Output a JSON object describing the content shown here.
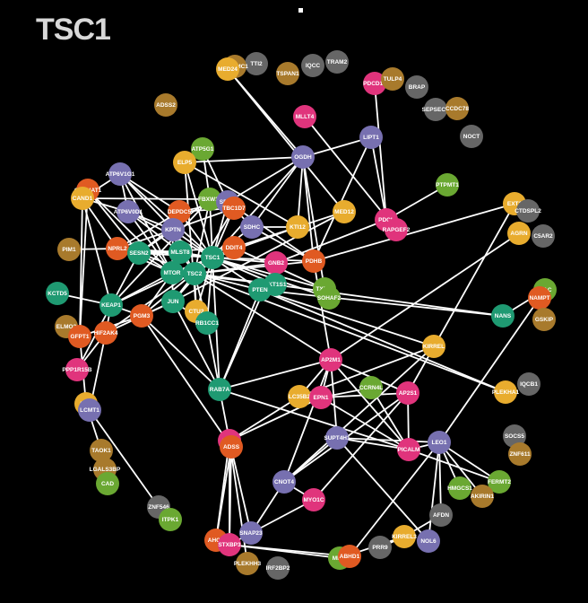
{
  "title": "TSC1",
  "colors": {
    "background": "#000000",
    "edge": "#ffffff",
    "green": "#6aa832",
    "teal": "#1f9a72",
    "blue": "#7770b0",
    "orange": "#e05a22",
    "pink": "#e0347c",
    "gold": "#e8ac2e",
    "brown": "#a87a2c",
    "gray": "#666666"
  },
  "nodes": [
    {
      "id": "TTI2",
      "color": "gray"
    },
    {
      "id": "ATP5MC1",
      "color": "brown"
    },
    {
      "id": "MED24",
      "color": "gold"
    },
    {
      "id": "TSPAN1",
      "color": "brown"
    },
    {
      "id": "IQCC",
      "color": "gray"
    },
    {
      "id": "TRAM2",
      "color": "gray"
    },
    {
      "id": "PDCD10",
      "color": "pink"
    },
    {
      "id": "TULP4",
      "color": "brown"
    },
    {
      "id": "BRAP",
      "color": "gray"
    },
    {
      "id": "SEPSECS",
      "color": "gray"
    },
    {
      "id": "CCDC78",
      "color": "brown"
    },
    {
      "id": "NOCT",
      "color": "gray"
    },
    {
      "id": "ADSS2",
      "color": "brown"
    },
    {
      "id": "MLLT4",
      "color": "pink"
    },
    {
      "id": "LIPT1",
      "color": "blue"
    },
    {
      "id": "OGDH",
      "color": "blue"
    },
    {
      "id": "ATP5G1",
      "color": "green"
    },
    {
      "id": "ELP5",
      "color": "gold"
    },
    {
      "id": "ATP6V1G1",
      "color": "blue"
    },
    {
      "id": "PTPMT1",
      "color": "green"
    },
    {
      "id": "GNPNAT1",
      "color": "orange"
    },
    {
      "id": "CAND1",
      "color": "gold"
    },
    {
      "id": "FBXW11",
      "color": "green"
    },
    {
      "id": "SDHB",
      "color": "blue"
    },
    {
      "id": "TBC1D7",
      "color": "orange"
    },
    {
      "id": "ATP6V0D1",
      "color": "blue"
    },
    {
      "id": "DEPDC5",
      "color": "orange"
    },
    {
      "id": "MED12",
      "color": "gold"
    },
    {
      "id": "PDCL",
      "color": "pink"
    },
    {
      "id": "RAPGEF2",
      "color": "pink"
    },
    {
      "id": "EXT1",
      "color": "gold"
    },
    {
      "id": "CTDSPL2",
      "color": "gray"
    },
    {
      "id": "AGRN",
      "color": "gold"
    },
    {
      "id": "C5AR2",
      "color": "gray"
    },
    {
      "id": "KPTN",
      "color": "blue"
    },
    {
      "id": "SDHC",
      "color": "blue"
    },
    {
      "id": "KTI12",
      "color": "gold"
    },
    {
      "id": "NPRL2",
      "color": "orange"
    },
    {
      "id": "SESN2",
      "color": "teal"
    },
    {
      "id": "MLST8",
      "color": "teal"
    },
    {
      "id": "DDIT4",
      "color": "orange"
    },
    {
      "id": "PIM1",
      "color": "brown"
    },
    {
      "id": "TSC1",
      "color": "teal"
    },
    {
      "id": "GNB2",
      "color": "pink"
    },
    {
      "id": "PDHB",
      "color": "orange"
    },
    {
      "id": "MTOR",
      "color": "teal"
    },
    {
      "id": "TSC2",
      "color": "teal"
    },
    {
      "id": "AKT1S1",
      "color": "teal"
    },
    {
      "id": "PTEN",
      "color": "teal"
    },
    {
      "id": "TXNIP",
      "color": "green"
    },
    {
      "id": "WAC",
      "color": "green"
    },
    {
      "id": "SOHAF2",
      "color": "green"
    },
    {
      "id": "NAMPT",
      "color": "orange"
    },
    {
      "id": "KCTD5",
      "color": "teal"
    },
    {
      "id": "KEAP1",
      "color": "teal"
    },
    {
      "id": "JUN",
      "color": "teal"
    },
    {
      "id": "CTU2",
      "color": "gold"
    },
    {
      "id": "NANS",
      "color": "teal"
    },
    {
      "id": "GSKIP",
      "color": "brown"
    },
    {
      "id": "PGM3",
      "color": "orange"
    },
    {
      "id": "RB1CC1",
      "color": "teal"
    },
    {
      "id": "ELMO2",
      "color": "brown"
    },
    {
      "id": "HIF2AK4",
      "color": "orange"
    },
    {
      "id": "GFPT1",
      "color": "orange"
    },
    {
      "id": "KIRREL",
      "color": "gold"
    },
    {
      "id": "AP2M1",
      "color": "pink"
    },
    {
      "id": "PPP1R15B",
      "color": "pink"
    },
    {
      "id": "IQCB1",
      "color": "gray"
    },
    {
      "id": "RAB7A",
      "color": "teal"
    },
    {
      "id": "CCRN4L",
      "color": "green"
    },
    {
      "id": "PLEKHA1",
      "color": "gold"
    },
    {
      "id": "LC35B2",
      "color": "gold"
    },
    {
      "id": "EPN1",
      "color": "pink"
    },
    {
      "id": "AP2S1",
      "color": "pink"
    },
    {
      "id": "RFK",
      "color": "gold"
    },
    {
      "id": "LCMT1",
      "color": "blue"
    },
    {
      "id": "SOCS5",
      "color": "gray"
    },
    {
      "id": "STX4",
      "color": "pink"
    },
    {
      "id": "ADSS",
      "color": "orange"
    },
    {
      "id": "SUPT4H1",
      "color": "blue"
    },
    {
      "id": "LEO1",
      "color": "blue"
    },
    {
      "id": "ZNF611",
      "color": "brown"
    },
    {
      "id": "TAOK1",
      "color": "brown"
    },
    {
      "id": "PICALM",
      "color": "pink"
    },
    {
      "id": "LGALS3BP",
      "color": "brown"
    },
    {
      "id": "FERMT2",
      "color": "green"
    },
    {
      "id": "CAD",
      "color": "green"
    },
    {
      "id": "CNOT4",
      "color": "blue"
    },
    {
      "id": "HMGCS1",
      "color": "green"
    },
    {
      "id": "AKIRIN1",
      "color": "brown"
    },
    {
      "id": "MYO1C",
      "color": "pink"
    },
    {
      "id": "ZNF546",
      "color": "gray"
    },
    {
      "id": "AFDN",
      "color": "gray"
    },
    {
      "id": "ITPK1",
      "color": "green"
    },
    {
      "id": "KIRREL3",
      "color": "gold"
    },
    {
      "id": "SNAP23",
      "color": "blue"
    },
    {
      "id": "NOL6",
      "color": "blue"
    },
    {
      "id": "AHCY",
      "color": "orange"
    },
    {
      "id": "STXBP3",
      "color": "pink"
    },
    {
      "id": "PRR9",
      "color": "gray"
    },
    {
      "id": "MIDN",
      "color": "green"
    },
    {
      "id": "ABHD1",
      "color": "orange"
    },
    {
      "id": "PLEKHH3",
      "color": "brown"
    },
    {
      "id": "IRF2BP2",
      "color": "gray"
    }
  ],
  "edges": [
    [
      "TSC1",
      "TSC2"
    ],
    [
      "TSC1",
      "TBC1D7"
    ],
    [
      "TSC1",
      "MTOR"
    ],
    [
      "TSC1",
      "MLST8"
    ],
    [
      "TSC1",
      "DDIT4"
    ],
    [
      "TSC1",
      "AKT1S1"
    ],
    [
      "TSC1",
      "PTEN"
    ],
    [
      "TSC1",
      "KPTN"
    ],
    [
      "TSC1",
      "SESN2"
    ],
    [
      "TSC1",
      "DEPDC5"
    ],
    [
      "TSC1",
      "NPRL2"
    ],
    [
      "TSC1",
      "ATP6V0D1"
    ],
    [
      "TSC1",
      "ATP6V1G1"
    ],
    [
      "TSC1",
      "FBXW11"
    ],
    [
      "TSC1",
      "SDHB"
    ],
    [
      "TSC1",
      "SDHC"
    ],
    [
      "TSC1",
      "KTI12"
    ],
    [
      "TSC1",
      "GNB2"
    ],
    [
      "TSC1",
      "PDHB"
    ],
    [
      "TSC1",
      "JUN"
    ],
    [
      "TSC1",
      "CTU2"
    ],
    [
      "TSC1",
      "RB1CC1"
    ],
    [
      "TSC1",
      "KEAP1"
    ],
    [
      "TSC1",
      "PGM3"
    ],
    [
      "TSC1",
      "HIF2AK4"
    ],
    [
      "TSC1",
      "OGDH"
    ],
    [
      "TSC1",
      "RAB7A"
    ],
    [
      "TSC1",
      "ELP5"
    ],
    [
      "TSC1",
      "TXNIP"
    ],
    [
      "TSC1",
      "SOHAF2"
    ],
    [
      "TSC2",
      "MTOR"
    ],
    [
      "TSC2",
      "MLST8"
    ],
    [
      "TSC2",
      "AKT1S1"
    ],
    [
      "TSC2",
      "PTEN"
    ],
    [
      "TSC2",
      "DDIT4"
    ],
    [
      "TSC2",
      "TBC1D7"
    ],
    [
      "TSC2",
      "SESN2"
    ],
    [
      "TSC2",
      "KPTN"
    ],
    [
      "TSC2",
      "JUN"
    ],
    [
      "TSC2",
      "CTU2"
    ],
    [
      "TSC2",
      "GNB2"
    ],
    [
      "TSC2",
      "PDHB"
    ],
    [
      "TSC2",
      "RB1CC1"
    ],
    [
      "TSC2",
      "FBXW11"
    ],
    [
      "TSC2",
      "NANS"
    ],
    [
      "TSC2",
      "AP2M1"
    ],
    [
      "TSC2",
      "PLEKHA1"
    ],
    [
      "MTOR",
      "MLST8"
    ],
    [
      "MTOR",
      "AKT1S1"
    ],
    [
      "MTOR",
      "KPTN"
    ],
    [
      "MTOR",
      "SESN2"
    ],
    [
      "MTOR",
      "NPRL2"
    ],
    [
      "MTOR",
      "DEPDC5"
    ],
    [
      "MTOR",
      "ATP6V0D1"
    ],
    [
      "MTOR",
      "ATP6V1G1"
    ],
    [
      "MTOR",
      "KEAP1"
    ],
    [
      "MTOR",
      "JUN"
    ],
    [
      "MTOR",
      "PGM3"
    ],
    [
      "MTOR",
      "GNPNAT1"
    ],
    [
      "MLST8",
      "KPTN"
    ],
    [
      "MLST8",
      "SESN2"
    ],
    [
      "MLST8",
      "NPRL2"
    ],
    [
      "MLST8",
      "DEPDC5"
    ],
    [
      "MLST8",
      "ATP6V0D1"
    ],
    [
      "KPTN",
      "DEPDC5"
    ],
    [
      "KPTN",
      "NPRL2"
    ],
    [
      "KPTN",
      "SESN2"
    ],
    [
      "KPTN",
      "ATP6V0D1"
    ],
    [
      "DEPDC5",
      "NPRL2"
    ],
    [
      "ATP6V0D1",
      "ATP6V1G1"
    ],
    [
      "ATP6V0D1",
      "CAND1"
    ],
    [
      "ATP6V1G1",
      "CAND1"
    ],
    [
      "ATP6V1G1",
      "KPTN"
    ],
    [
      "ATP6V1G1",
      "DEPDC5"
    ],
    [
      "CAND1",
      "KEAP1"
    ],
    [
      "CAND1",
      "NPRL2"
    ],
    [
      "CAND1",
      "FBXW11"
    ],
    [
      "CAND1",
      "GFPT1"
    ],
    [
      "GNPNAT1",
      "GFPT1"
    ],
    [
      "GNPNAT1",
      "SESN2"
    ],
    [
      "KEAP1",
      "SESN2"
    ],
    [
      "KEAP1",
      "PGM3"
    ],
    [
      "KEAP1",
      "HIF2AK4"
    ],
    [
      "KEAP1",
      "KCTD5"
    ],
    [
      "KEAP1",
      "PPP1R15B"
    ],
    [
      "HIF2AK4",
      "JUN"
    ],
    [
      "HIF2AK4",
      "PPP1R15B"
    ],
    [
      "GFPT1",
      "PGM3"
    ],
    [
      "GFPT1",
      "RFK"
    ],
    [
      "PIM1",
      "NPRL2"
    ],
    [
      "SDHB",
      "SDHC"
    ],
    [
      "SDHB",
      "OGDH"
    ],
    [
      "SDHB",
      "PDHB"
    ],
    [
      "SDHB",
      "DEPDC5"
    ],
    [
      "SDHC",
      "OGDH"
    ],
    [
      "SDHC",
      "PDHB"
    ],
    [
      "SDHC",
      "KTI12"
    ],
    [
      "OGDH",
      "PDHB"
    ],
    [
      "OGDH",
      "KTI12"
    ],
    [
      "OGDH",
      "MED24"
    ],
    [
      "OGDH",
      "LIPT1"
    ],
    [
      "OGDH",
      "ELP5"
    ],
    [
      "OGDH",
      "TXNIP"
    ],
    [
      "LIPT1",
      "PDHB"
    ],
    [
      "LIPT1",
      "PDCL"
    ],
    [
      "MLLT4",
      "RAPGEF2"
    ],
    [
      "PDCD10",
      "PDCL"
    ],
    [
      "PDCL",
      "GNB2"
    ],
    [
      "PDCL",
      "RAPGEF2"
    ],
    [
      "PDCL",
      "PTPMT1"
    ],
    [
      "MED12",
      "MED24"
    ],
    [
      "MED12",
      "JUN"
    ],
    [
      "MED12",
      "DDIT4"
    ],
    [
      "ELP5",
      "KTI12"
    ],
    [
      "ELP5",
      "ATP5G1"
    ],
    [
      "ELP5",
      "CTU2"
    ],
    [
      "ATP5G1",
      "SDHB"
    ],
    [
      "ATP5G1",
      "FBXW11"
    ],
    [
      "FBXW11",
      "KEAP1"
    ],
    [
      "FBXW11",
      "SESN2"
    ],
    [
      "TBC1D7",
      "KPTN"
    ],
    [
      "TBC1D7",
      "DEPDC5"
    ],
    [
      "DDIT4",
      "SESN2"
    ],
    [
      "DDIT4",
      "TXNIP"
    ],
    [
      "AKT1S1",
      "PTEN"
    ],
    [
      "PTEN",
      "NANS"
    ],
    [
      "PTEN",
      "RAB7A"
    ],
    [
      "PTEN",
      "PLEKHA1"
    ],
    [
      "PTEN",
      "KIRREL"
    ],
    [
      "GNB2",
      "RAB7A"
    ],
    [
      "PDHB",
      "EXT1"
    ],
    [
      "PDHB",
      "AP2M1"
    ],
    [
      "EXT1",
      "AP2S1"
    ],
    [
      "AGRN",
      "AP2M1"
    ],
    [
      "NAMPT",
      "LEO1"
    ],
    [
      "WAC",
      "NAMPT"
    ],
    [
      "RAB7A",
      "AP2M1"
    ],
    [
      "RAB7A",
      "RB1CC1"
    ],
    [
      "RAB7A",
      "PGM3"
    ],
    [
      "RAB7A",
      "PICALM"
    ],
    [
      "RAB7A",
      "STX4"
    ],
    [
      "RAB7A",
      "JUN"
    ],
    [
      "AP2M1",
      "AP2S1"
    ],
    [
      "AP2M1",
      "EPN1"
    ],
    [
      "AP2M1",
      "PICALM"
    ],
    [
      "AP2M1",
      "LC35B2"
    ],
    [
      "AP2M1",
      "CNOT4"
    ],
    [
      "AP2M1",
      "SUPT4H1"
    ],
    [
      "AP2S1",
      "PICALM"
    ],
    [
      "AP2S1",
      "EPN1"
    ],
    [
      "AP2S1",
      "CNOT4"
    ],
    [
      "AP2S1",
      "MYO1C"
    ],
    [
      "EPN1",
      "PICALM"
    ],
    [
      "EPN1",
      "STX4"
    ],
    [
      "EPN1",
      "CCRN4L"
    ],
    [
      "LC35B2",
      "STX4"
    ],
    [
      "PICALM",
      "LEO1"
    ],
    [
      "PICALM",
      "SUPT4H1"
    ],
    [
      "PICALM",
      "CCRN4L"
    ],
    [
      "LEO1",
      "SUPT4H1"
    ],
    [
      "LEO1",
      "HMGCS1"
    ],
    [
      "LEO1",
      "AFDN"
    ],
    [
      "LEO1",
      "AKIRIN1"
    ],
    [
      "LEO1",
      "FERMT2"
    ],
    [
      "LEO1",
      "NOL6"
    ],
    [
      "PICALM",
      "FERMT2"
    ],
    [
      "SUPT4H1",
      "CNOT4"
    ],
    [
      "SUPT4H1",
      "NOL6"
    ],
    [
      "CNOT4",
      "MYO1C"
    ],
    [
      "CNOT4",
      "SNAP23"
    ],
    [
      "STX4",
      "SNAP23"
    ],
    [
      "STX4",
      "STXBP3"
    ],
    [
      "STX4",
      "AHCY"
    ],
    [
      "STX4",
      "PLEKHH3"
    ],
    [
      "ADSS",
      "AHCY"
    ],
    [
      "ADSS",
      "PGM3"
    ],
    [
      "ADSS",
      "STXBP3"
    ],
    [
      "SNAP23",
      "STXBP3"
    ],
    [
      "SNAP23",
      "MYO1C"
    ],
    [
      "STXBP3",
      "MIDN"
    ],
    [
      "STXBP3",
      "ABHD1"
    ],
    [
      "KIRREL",
      "CNOT4"
    ],
    [
      "KIRREL3",
      "PRR9"
    ],
    [
      "MIDN",
      "KIRREL3"
    ],
    [
      "RFK",
      "LCMT1"
    ],
    [
      "RFK",
      "TAOK1"
    ],
    [
      "LCMT1",
      "ZNF546"
    ],
    [
      "LCMT1",
      "HIF2AK4"
    ],
    [
      "TAOK1",
      "LGALS3BP"
    ],
    [
      "LGALS3BP",
      "CAD"
    ],
    [
      "ELMO2",
      "GFPT1"
    ],
    [
      "AFDN",
      "KIRREL3"
    ],
    [
      "NANS",
      "WAC"
    ],
    [
      "LEO1",
      "ABHD1"
    ],
    [
      "LC35B2",
      "KIRREL"
    ],
    [
      "CTU2",
      "RB1CC1"
    ],
    [
      "JUN",
      "RB1CC1"
    ],
    [
      "JUN",
      "PGM3"
    ]
  ]
}
